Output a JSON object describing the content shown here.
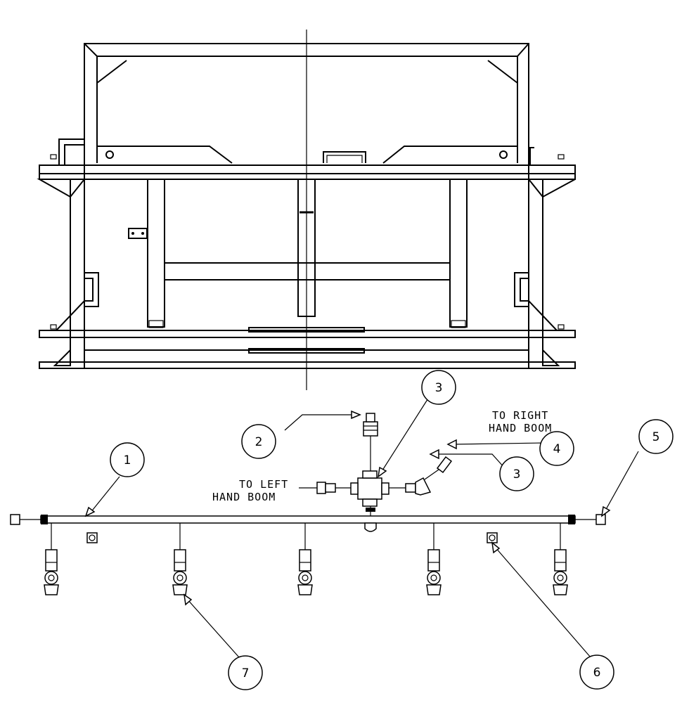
{
  "callouts": [
    {
      "id": "callout-1",
      "label": "1"
    },
    {
      "id": "callout-2",
      "label": "2"
    },
    {
      "id": "callout-3-top",
      "label": "3"
    },
    {
      "id": "callout-3-right",
      "label": "3"
    },
    {
      "id": "callout-4",
      "label": "4"
    },
    {
      "id": "callout-5",
      "label": "5"
    },
    {
      "id": "callout-6",
      "label": "6"
    },
    {
      "id": "callout-7",
      "label": "7"
    }
  ],
  "notes": {
    "right_boom_line1": "TO RIGHT",
    "right_boom_line2": "HAND BOOM",
    "left_boom_line1": "TO LEFT",
    "left_boom_line2": "HAND BOOM"
  },
  "colors": {
    "line": "#000000",
    "background": "#ffffff"
  }
}
